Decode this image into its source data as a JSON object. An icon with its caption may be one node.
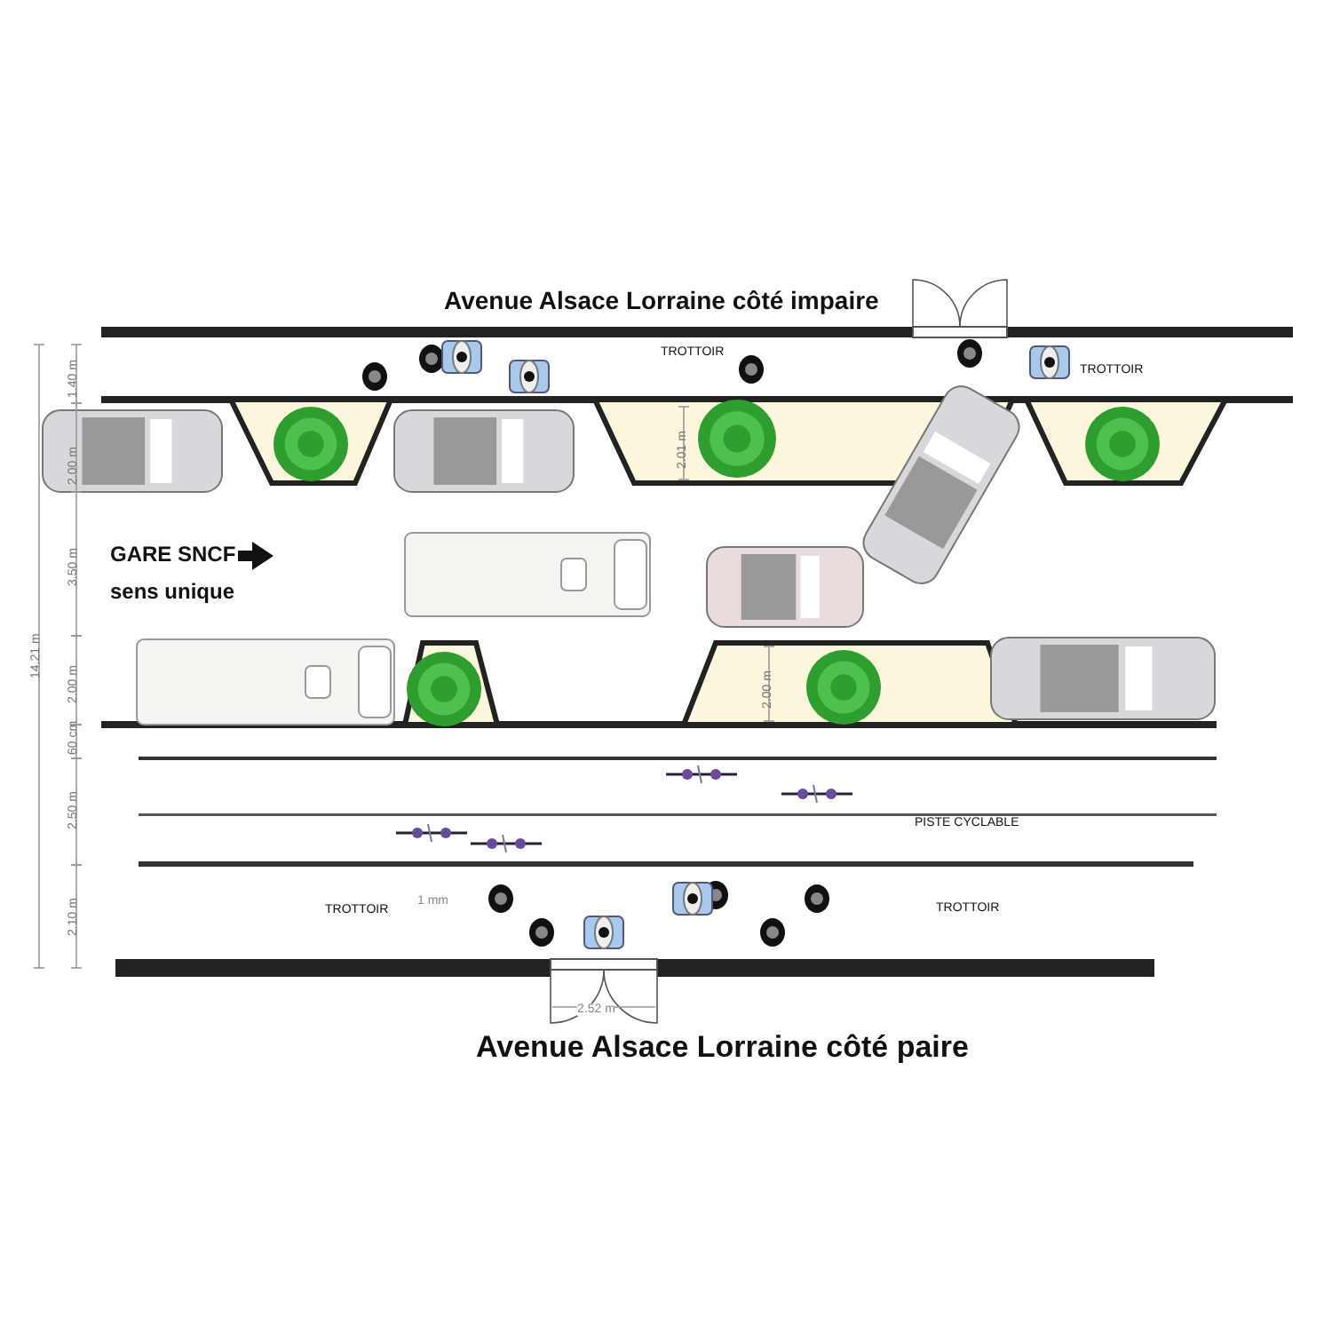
{
  "diagram": {
    "labels": [
      "Avenue Alsace Lorraine côté impaire",
      "1.40 m",
      "TROTTOIR",
      "TROTTOIR",
      "2.00 m",
      "2.01 m",
      "GARE SNCF",
      "sens unique",
      "3.50 m",
      "14.21 m",
      "2.00 m",
      "2.00 m",
      "60 cm",
      "2.50 m",
      "PISTE CYCLABLE",
      "2.10 m",
      "TROTTOIR",
      "1 mm",
      "TROTTOIR",
      "2.52 m",
      "Avenue Alsace Lorraine côté paire"
    ]
  }
}
